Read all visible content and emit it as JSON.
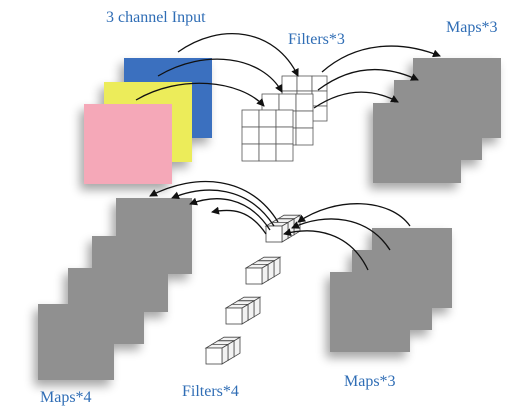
{
  "labels": {
    "input": "3 channel Input",
    "filters_top": "Filters*3",
    "maps_top": "Maps*3",
    "maps_bottom_left": "Maps*4",
    "filters_bottom": "Filters*4",
    "maps_bottom_right": "Maps*3"
  },
  "colors": {
    "label": "#2f6db5",
    "channel_blue": "#3a6fbf",
    "channel_yellow": "#ecec5a",
    "channel_pink": "#f5a8b8",
    "map_gray": "#909090",
    "arrow": "#111111"
  }
}
